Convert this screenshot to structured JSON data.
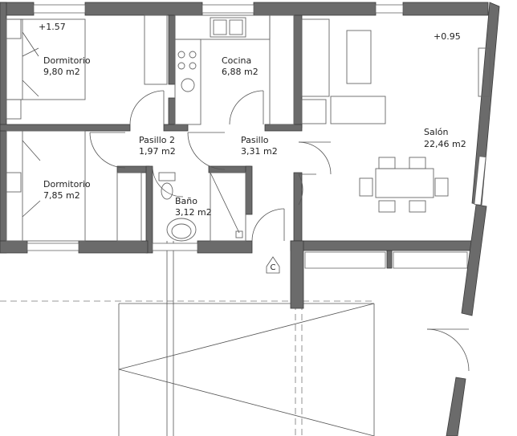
{
  "rooms": {
    "dormitorio1": {
      "name": "Dormitorio",
      "area": "9,80 m2"
    },
    "cocina": {
      "name": "Cocina",
      "area": "6,88 m2"
    },
    "salon": {
      "name": "Salón",
      "area": "22,46 m2"
    },
    "pasillo2": {
      "name": "Pasillo 2",
      "area": "1,97 m2"
    },
    "pasillo": {
      "name": "Pasillo",
      "area": "3,31 m2"
    },
    "dormitorio2": {
      "name": "Dormitorio",
      "area": "7,85 m2"
    },
    "bano": {
      "name": "Baño",
      "area": "3,12 m2"
    }
  },
  "levels": {
    "bedroom": "+1.57",
    "living": "+0.95"
  },
  "entrance_marker": "C"
}
